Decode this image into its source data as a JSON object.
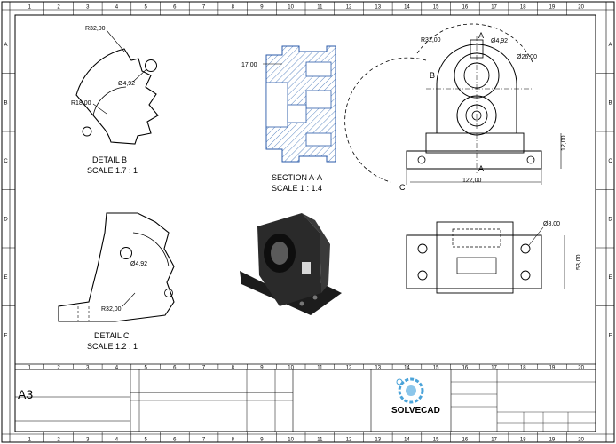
{
  "border": {
    "columns": [
      "1",
      "2",
      "3",
      "4",
      "5",
      "6",
      "7",
      "8",
      "9",
      "10",
      "11",
      "12",
      "13",
      "14",
      "15",
      "16",
      "17",
      "18",
      "19",
      "20"
    ],
    "rows": [
      "A",
      "B",
      "C",
      "D",
      "E",
      "F"
    ]
  },
  "views": {
    "detail_b": {
      "title": "DETAIL  B",
      "scale": "SCALE 1.7 : 1",
      "dims": {
        "r32": "R32,00",
        "d492": "Ø4,92",
        "r18": "R18,00"
      }
    },
    "section_aa": {
      "title": "SECTION A-A",
      "scale": "SCALE 1 : 1.4",
      "dims": {
        "d17": "17,00"
      }
    },
    "front": {
      "dims": {
        "r32": "R32,00",
        "d492": "Ø4,92",
        "d26": "Ø26,00",
        "h12": "12,00",
        "w122": "122,00"
      },
      "labels": {
        "a_top": "A",
        "a_bottom": "A",
        "b": "B",
        "c": "C"
      }
    },
    "detail_c": {
      "title": "DETAIL  C",
      "scale": "SCALE 1.2 : 1",
      "dims": {
        "d492": "Ø4,92",
        "r32": "R32,00"
      }
    },
    "top": {
      "dims": {
        "d8": "Ø8,00",
        "h53": "53,00"
      }
    }
  },
  "title_block": {
    "sheet_size": "A3",
    "company": "SOLVECAD"
  }
}
